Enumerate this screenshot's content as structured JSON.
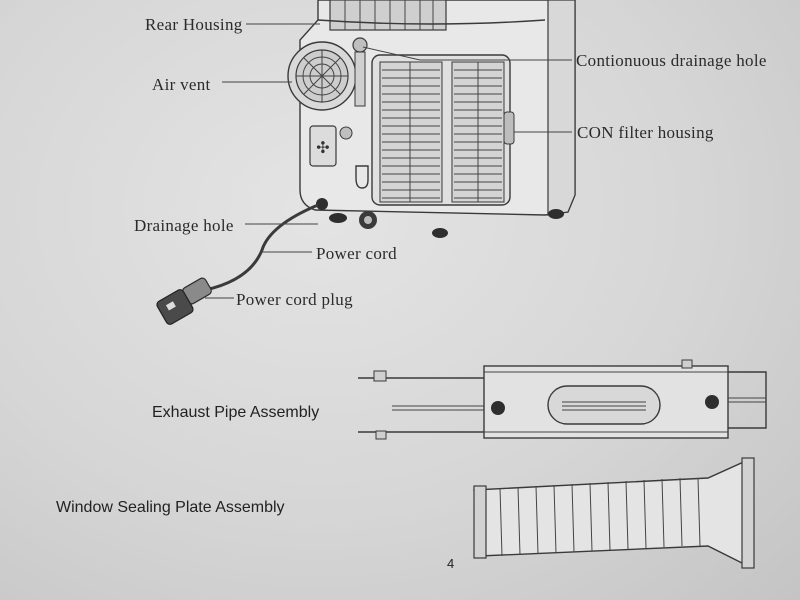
{
  "labels": {
    "rear_housing": "Rear Housing",
    "air_vent": "Air vent",
    "continuous_drainage_hole": "Contionuous drainage hole",
    "con_filter_housing": "CON filter housing",
    "drainage_hole": "Drainage hole",
    "power_cord": "Power cord",
    "power_cord_plug": "Power cord plug"
  },
  "sections": {
    "exhaust_pipe_assembly": "Exhaust Pipe Assembly",
    "window_sealing_plate_assembly": "Window Sealing Plate Assembly"
  },
  "page_number": "4"
}
